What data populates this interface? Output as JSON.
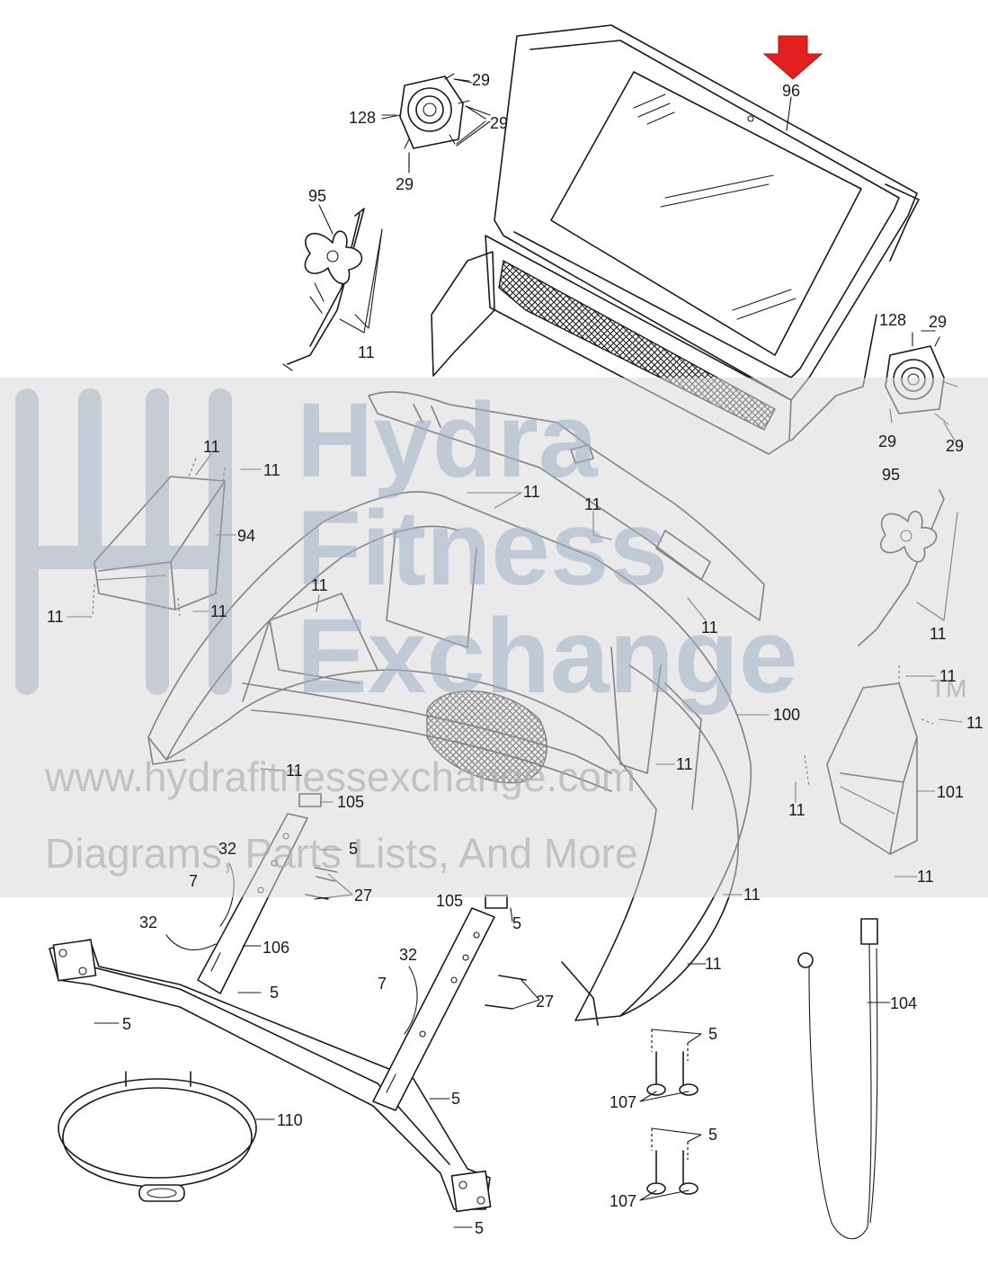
{
  "watermark": {
    "brand_line_1": "Hydra",
    "brand_line_2": "Fitness",
    "brand_line_3": "Exchange",
    "trademark": "TM",
    "url": "www.hydrafitnessexchange.com",
    "tagline": "Diagrams, Parts Lists, And More"
  },
  "highlight_color": "#e32020",
  "callouts": [
    {
      "id": "c96",
      "text": "96"
    },
    {
      "id": "c29a",
      "text": "29"
    },
    {
      "id": "c128a",
      "text": "128"
    },
    {
      "id": "c29b",
      "text": "29"
    },
    {
      "id": "c29c",
      "text": "29"
    },
    {
      "id": "c95a",
      "text": "95"
    },
    {
      "id": "c11a",
      "text": "11"
    },
    {
      "id": "c128b",
      "text": "128"
    },
    {
      "id": "c29d",
      "text": "29"
    },
    {
      "id": "c29e",
      "text": "29"
    },
    {
      "id": "c29f",
      "text": "29"
    },
    {
      "id": "c11b",
      "text": "11"
    },
    {
      "id": "c11c",
      "text": "11"
    },
    {
      "id": "c94",
      "text": "94"
    },
    {
      "id": "c11d",
      "text": "11"
    },
    {
      "id": "c11e",
      "text": "11"
    },
    {
      "id": "c11f",
      "text": "11"
    },
    {
      "id": "c11g",
      "text": "11"
    },
    {
      "id": "c95b",
      "text": "95"
    },
    {
      "id": "c11h",
      "text": "11"
    },
    {
      "id": "c11i",
      "text": "11"
    },
    {
      "id": "c11j",
      "text": "11"
    },
    {
      "id": "c11k",
      "text": "11"
    },
    {
      "id": "c11l",
      "text": "11"
    },
    {
      "id": "c100",
      "text": "100"
    },
    {
      "id": "c11m",
      "text": "11"
    },
    {
      "id": "c11n",
      "text": "11"
    },
    {
      "id": "c11o",
      "text": "11"
    },
    {
      "id": "c101",
      "text": "101"
    },
    {
      "id": "c105a",
      "text": "105"
    },
    {
      "id": "c32a",
      "text": "32"
    },
    {
      "id": "c5a",
      "text": "5"
    },
    {
      "id": "c7a",
      "text": "7"
    },
    {
      "id": "c27a",
      "text": "27"
    },
    {
      "id": "c11p",
      "text": "11"
    },
    {
      "id": "c11q",
      "text": "11"
    },
    {
      "id": "c32b",
      "text": "32"
    },
    {
      "id": "c105b",
      "text": "105"
    },
    {
      "id": "c5b",
      "text": "5"
    },
    {
      "id": "c106",
      "text": "106"
    },
    {
      "id": "c32c",
      "text": "32"
    },
    {
      "id": "c5c",
      "text": "5"
    },
    {
      "id": "c7b",
      "text": "7"
    },
    {
      "id": "c27b",
      "text": "27"
    },
    {
      "id": "c11r",
      "text": "11"
    },
    {
      "id": "c104",
      "text": "104"
    },
    {
      "id": "c5d",
      "text": "5"
    },
    {
      "id": "c5e",
      "text": "5"
    },
    {
      "id": "c5f",
      "text": "5"
    },
    {
      "id": "c107a",
      "text": "107"
    },
    {
      "id": "c110",
      "text": "110"
    },
    {
      "id": "c5g",
      "text": "5"
    },
    {
      "id": "c107b",
      "text": "107"
    },
    {
      "id": "c5h",
      "text": "5"
    }
  ]
}
